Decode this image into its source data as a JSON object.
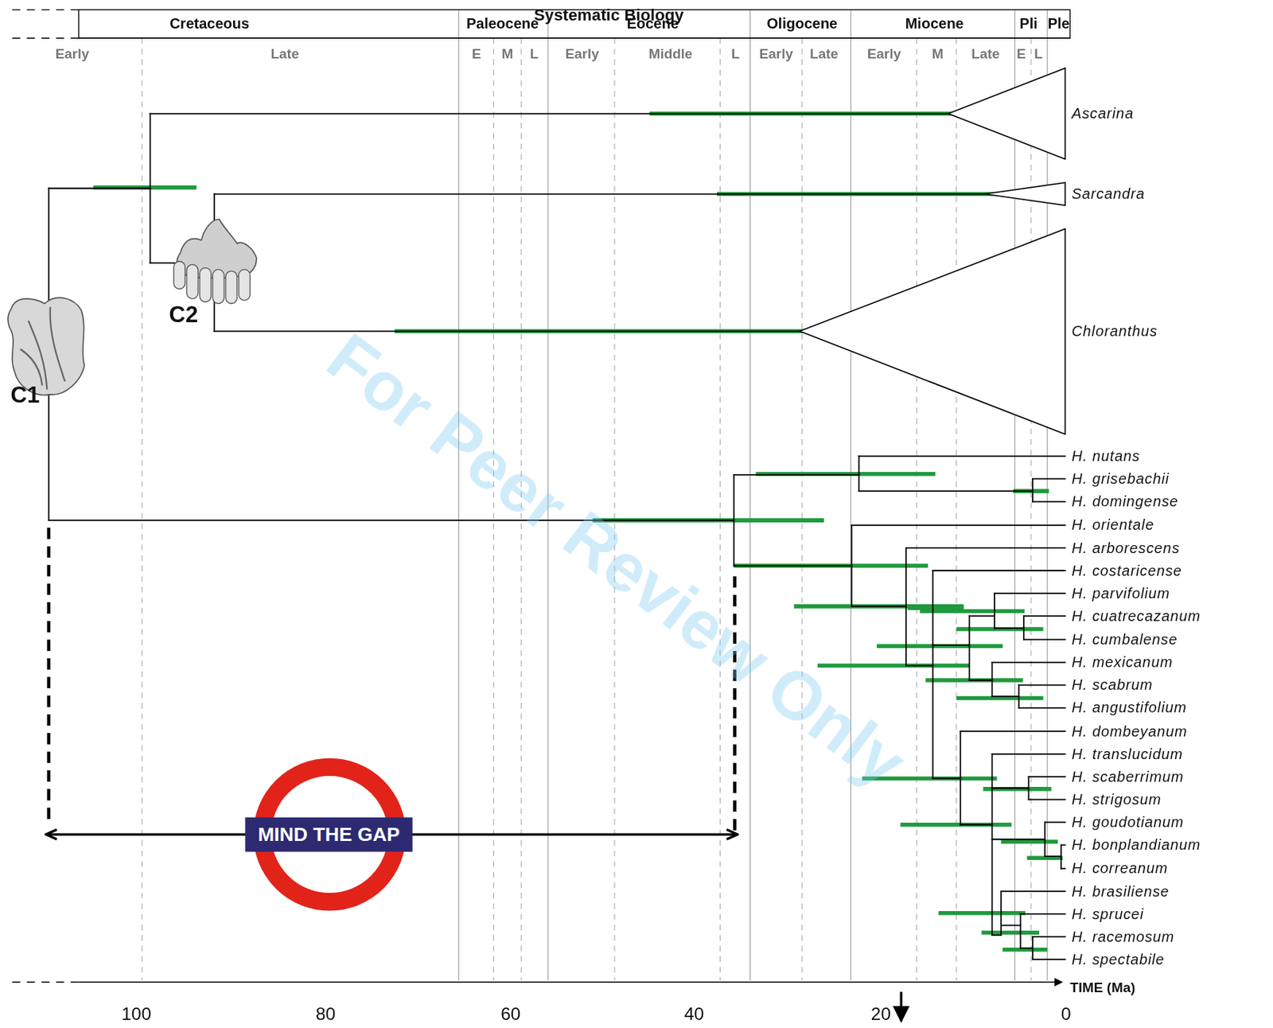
{
  "diagram": {
    "title": "Systematic Biology",
    "nodes": [
      {
        "text": [
          "MIND THE GAP"
        ]
      }
    ],
    "labels": [
      "Cretaceous",
      "Paleocene",
      "Eocene",
      "Oligocene",
      "Miocene",
      "Pli",
      "Ple",
      "Early",
      "Late",
      "E",
      "M",
      "L",
      "Early",
      "Middle",
      "L",
      "Early",
      "Late",
      "Early",
      "M",
      "Late",
      "E",
      "L",
      "Ascarina",
      "Sarcandra",
      "Chloranthus",
      "H. nutans",
      "H. grisebachii",
      "H. domingense",
      "H. orientale",
      "H. arborescens",
      "H. costaricense",
      "H. parvifolium",
      "H. cuatrecazanum",
      "H. cumbalense",
      "H. mexicanum",
      "H. scabrum",
      "H. angustifolium",
      "H. dombeyanum",
      "H. translucidum",
      "H. scaberrimum",
      "H. strigosum",
      "H. goudotianum",
      "H. bonplandianum",
      "H. correanum",
      "H. brasiliense",
      "H. sprucei",
      "H. racemosum",
      "H. spectabile",
      "C1",
      "C2",
      "100",
      "80",
      "60",
      "40",
      "20",
      "0",
      "TIME (Ma)",
      "For Peer Review Only"
    ]
  }
}
